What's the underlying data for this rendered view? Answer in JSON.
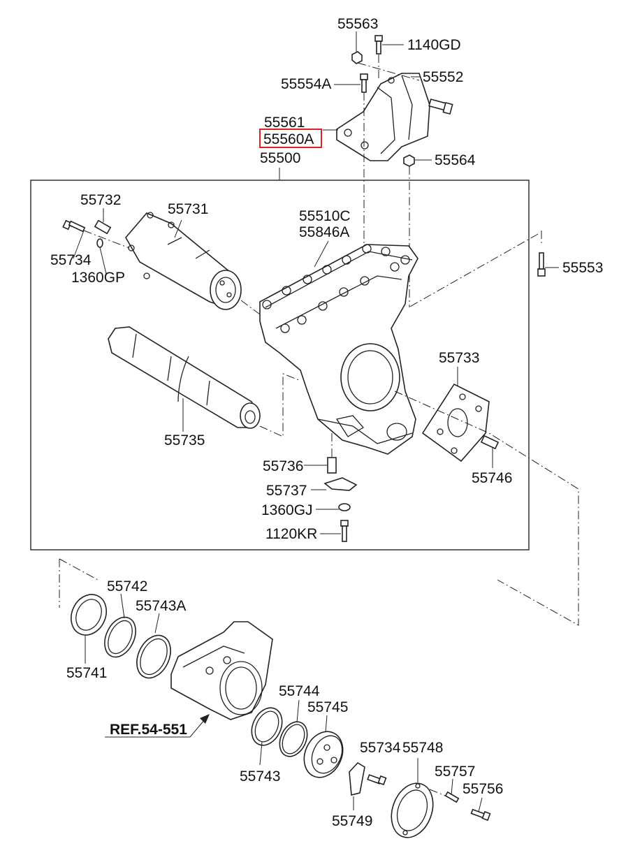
{
  "diagram": {
    "labels": {
      "p55563": "55563",
      "p1140GD": "1140GD",
      "p55554A": "55554A",
      "p55552": "55552",
      "p55561": "55561",
      "p55560A": "55560A",
      "p55564": "55564",
      "p55500": "55500",
      "p55732": "55732",
      "p55731": "55731",
      "p55510C": "55510C",
      "p55846A": "55846A",
      "p55734a": "55734",
      "p1360GP": "1360GP",
      "p55553": "55553",
      "p55733": "55733",
      "p55735": "55735",
      "p55736": "55736",
      "p55737": "55737",
      "p1360GJ": "1360GJ",
      "p1120KR": "1120KR",
      "p55746": "55746",
      "p55742": "55742",
      "p55743A": "55743A",
      "p55741": "55741",
      "p55744": "55744",
      "p55745": "55745",
      "ref": "REF.54-551",
      "p55743": "55743",
      "p55734b": "55734",
      "p55748": "55748",
      "p55757": "55757",
      "p55756": "55756",
      "p55749": "55749"
    },
    "highlight_color": "#e02020",
    "line_color": "#222222"
  }
}
